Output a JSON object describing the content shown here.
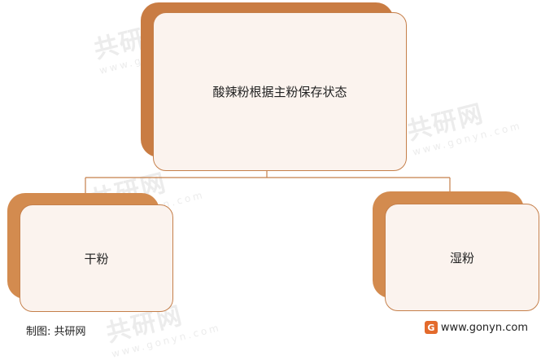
{
  "diagram": {
    "root": {
      "label": "酸辣粉根据主粉保存状态"
    },
    "children": [
      {
        "label": "干粉"
      },
      {
        "label": "湿粉"
      }
    ]
  },
  "watermark": {
    "brand": "共研网",
    "url": "www.gonyn.com"
  },
  "footer": {
    "source": "制图: 共研网",
    "site": "www.gonyn.com",
    "logo_glyph": "G"
  },
  "colors": {
    "back_block": "#d38b4f",
    "front_border": "#c57f4a",
    "front_fill": "#fbf3ee",
    "connector": "#c57f4a"
  }
}
